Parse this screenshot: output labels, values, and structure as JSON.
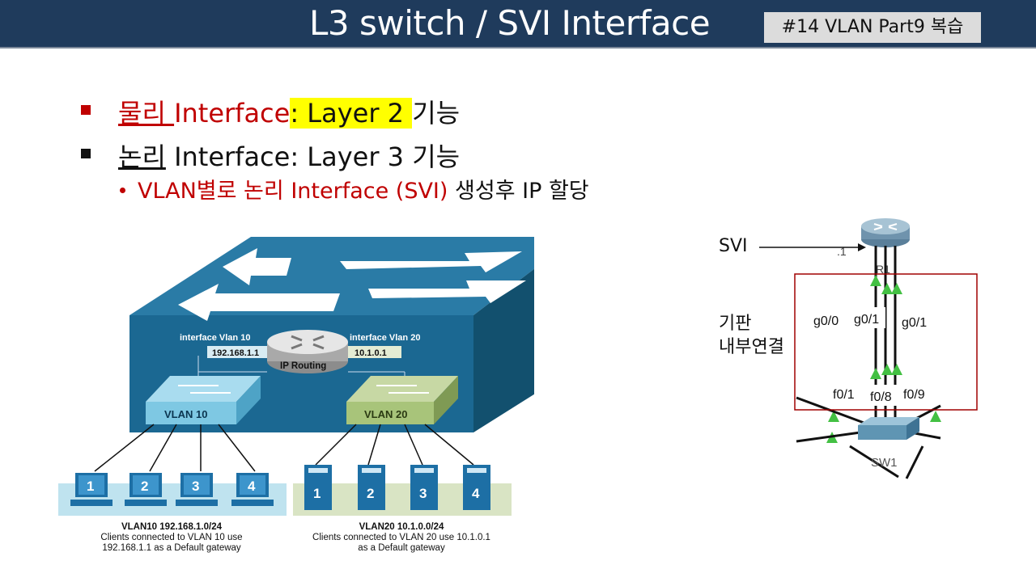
{
  "header": {
    "title": "L3 switch / SVI Interface",
    "badge": "#14 VLAN Part9 복습"
  },
  "bullets": {
    "line1": {
      "part_red_ul": "물리 ",
      "part_red": "Interface",
      "part_hl": ": Layer 2 ",
      "part_rest": "기능"
    },
    "line2": {
      "part_ul": "논리",
      "part_rest": " Interface: Layer 3 기능"
    },
    "sub": {
      "part_red": "VLAN별로 논리 Interface (SVI) ",
      "part_rest": "생성후 IP 할당"
    }
  },
  "diagram": {
    "iface10_label": "interface Vlan 10",
    "iface10_ip": "192.168.1.1",
    "iface20_label": "interface Vlan 20",
    "iface20_ip": "10.1.0.1",
    "router_label": "IP Routing",
    "vlan10_label": "VLAN 10",
    "vlan20_label": "VLAN 20",
    "pc_numbers": [
      "1",
      "2",
      "3",
      "4"
    ],
    "server_numbers": [
      "1",
      "2",
      "3",
      "4"
    ],
    "caption10": {
      "bold": "VLAN10 192.168.1.0/24",
      "l2": "Clients connected to VLAN 10 use",
      "l3": "192.168.1.1 as a Default gateway"
    },
    "caption20": {
      "bold": "VLAN20 10.1.0.0/24",
      "l2": "Clients connected to VLAN 20 use 10.1.0.1",
      "l3": "as a Default gateway"
    },
    "colors": {
      "box": "#1c6b91",
      "box_dark": "#12506e",
      "box_top": "#2b7faa",
      "vlan10": "#7ec8e3",
      "vlan20": "#a8c47a",
      "pc": "#1d6fa5"
    }
  },
  "topology": {
    "svi_label": "SVI",
    "ip_label": ".1",
    "router_name": "R1",
    "board_label_l1": "기판",
    "board_label_l2": "내부연결",
    "ports_top": [
      "g0/0",
      "g0/1",
      "g0/1"
    ],
    "ports_bottom": [
      "f0/1",
      "f0/8",
      "f0/9"
    ],
    "switch_name": "SW1",
    "box_color": "#a00000",
    "link_color": "#40c040"
  }
}
